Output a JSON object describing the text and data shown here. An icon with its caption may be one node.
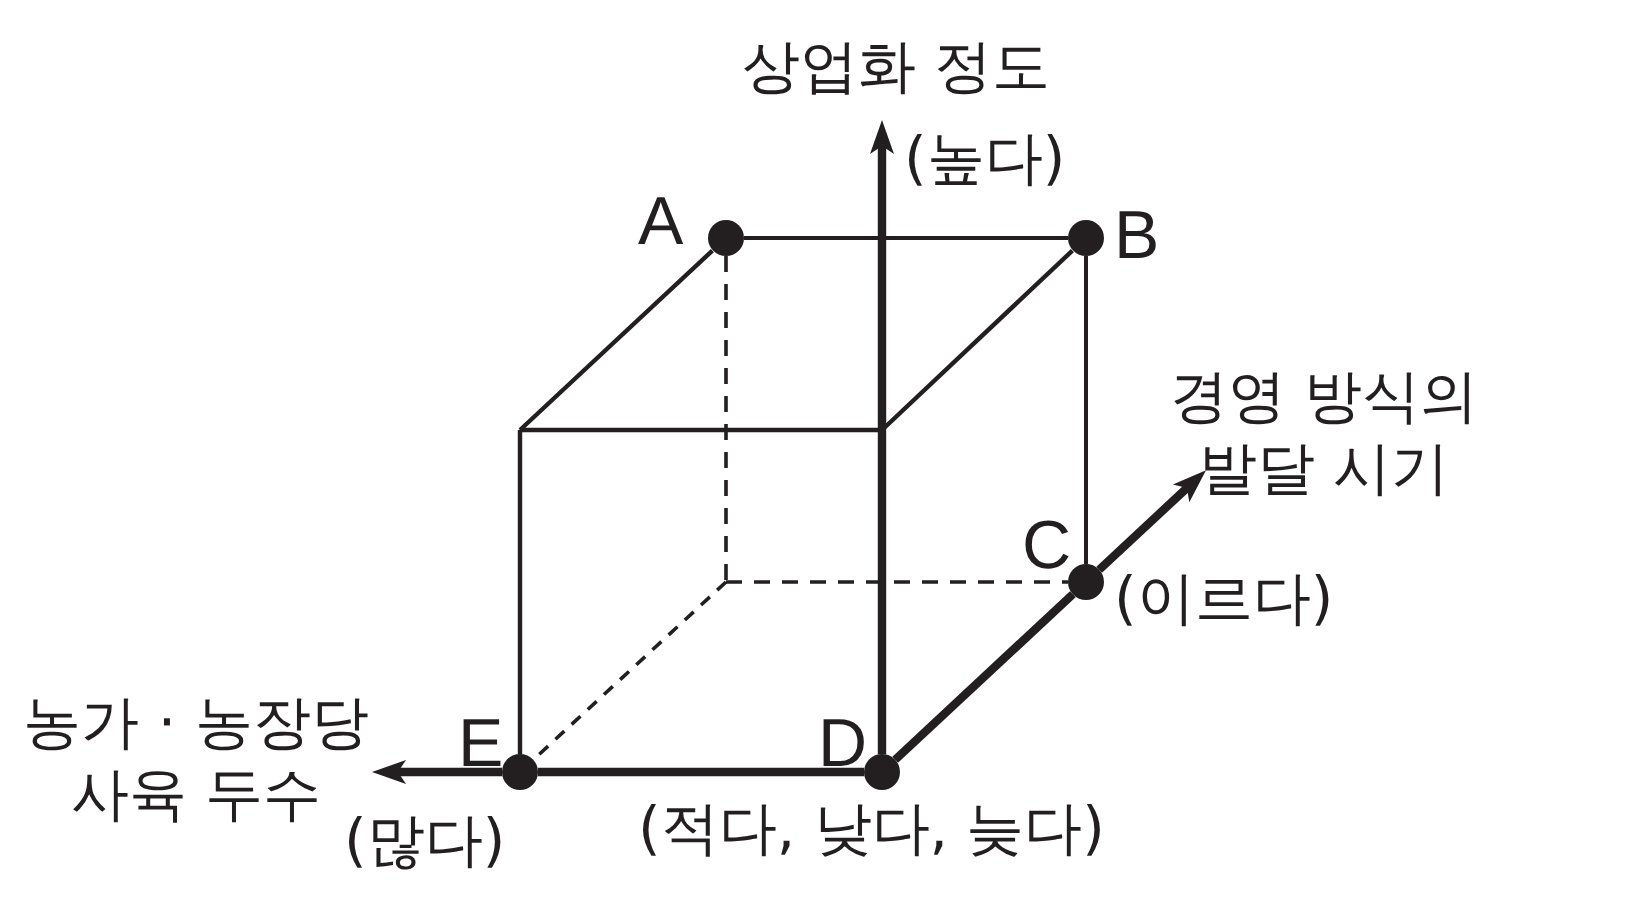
{
  "diagram": {
    "nodes": [
      {
        "text": [],
        "shape": "circle",
        "beside": [
          "A"
        ]
      },
      {
        "text": [],
        "shape": "circle",
        "beside": [
          "B"
        ]
      },
      {
        "text": [],
        "shape": "circle",
        "beside": [
          "C"
        ]
      },
      {
        "text": [],
        "shape": "circle",
        "beside": [
          "E"
        ]
      },
      {
        "text": [],
        "shape": "circle",
        "beside": [
          "D"
        ]
      }
    ],
    "edges": [
      {
        "from": 0,
        "to": 1,
        "arrow": "none"
      },
      {
        "from": 1,
        "to": 2,
        "arrow": "none"
      },
      {
        "from": 2,
        "to": 4,
        "arrow": "none",
        "style": "thick"
      },
      {
        "from": 3,
        "to": 4,
        "arrow": "none",
        "style": "thick"
      }
    ],
    "labels": [
      "상업화 정도",
      "(높다)",
      "경영 방식의 발달 시기",
      "(이르다)",
      "농가 · 농장당 사육 두수",
      "(많다)",
      "(적다, 낮다, 늦다)"
    ]
  }
}
